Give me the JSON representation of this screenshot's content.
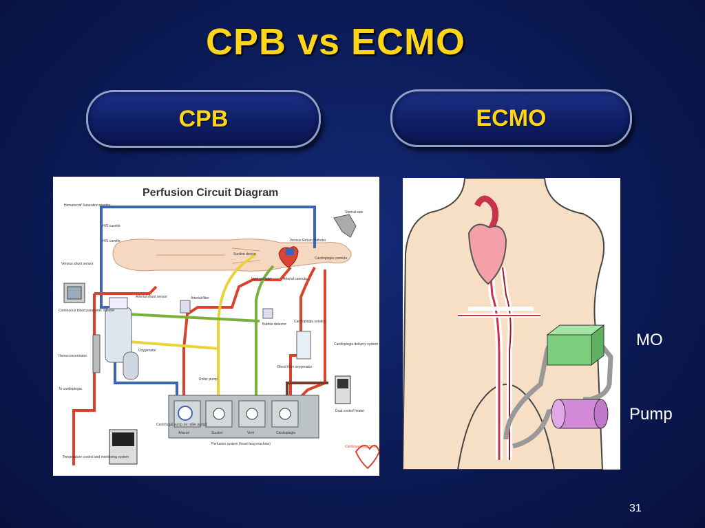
{
  "slide": {
    "title": "CPB vs ECMO",
    "page_number": "31"
  },
  "headers": {
    "cpb": "CPB",
    "ecmo": "ECMO"
  },
  "cpb_diagram": {
    "heading": "Perfusion Circuit Diagram",
    "labels": {
      "hematocrit": "Hematocrit/ Saturation monitor",
      "hs_cuvette_1": "H/S cuvette",
      "hs_cuvette_2": "H/S cuvette",
      "venous_shunt": "Venous shunt sensor",
      "continuous": "Continuous blood parameter monitor",
      "hemoconcentrator": "Hemoconcentrator",
      "to_cardioplegia": "To cardioplegia",
      "temp_control": "Temperature control and monitoring system",
      "sternal_saw": "Sternal saw",
      "venous_return": "Venous Return catheter",
      "suction_device": "Suction device",
      "vent_catheter": "Vent catheter",
      "arterial_cannula": "Arterial cannula",
      "cardioplegia_cannula": "Cardioplegia cannula",
      "arterial_shunt": "Arterial shunt sensor",
      "arterial_filter": "Arterial filter",
      "bubble_detector": "Bubble detector",
      "cardioplegia_solution": "Cardioplegia solution",
      "cardioplegia_delivery": "Cardioplegia delivery system",
      "oxygenator": "Oxygenator",
      "roller_pump": "Roller pump",
      "blood_from_oxygenator": "Blood from oxygenator",
      "dual_cooler": "Dual cooler/ heater",
      "centrifugal": "Centrifugal pump (or roller pump)",
      "pump_arterial": "Arterial",
      "pump_suction": "Suction",
      "pump_vent": "Vent",
      "pump_cardioplegia": "Cardioplegia",
      "perfusion_system": "Perfusion system (heart-lung machine)",
      "logo_text": "Cardiovascular Syste"
    }
  },
  "ecmo_diagram": {
    "mo_label": "MO",
    "pump_label": "Pump"
  },
  "colors": {
    "title_yellow": "#ffd51a",
    "background_navy": "#0b1a55",
    "venous_blue": "#3b63b8",
    "arterial_red": "#d9432e",
    "suction_yellow": "#e8d43a",
    "vent_green": "#7ab03a",
    "mo_green": "#7ccf7c",
    "pump_purple": "#d08ad8"
  }
}
